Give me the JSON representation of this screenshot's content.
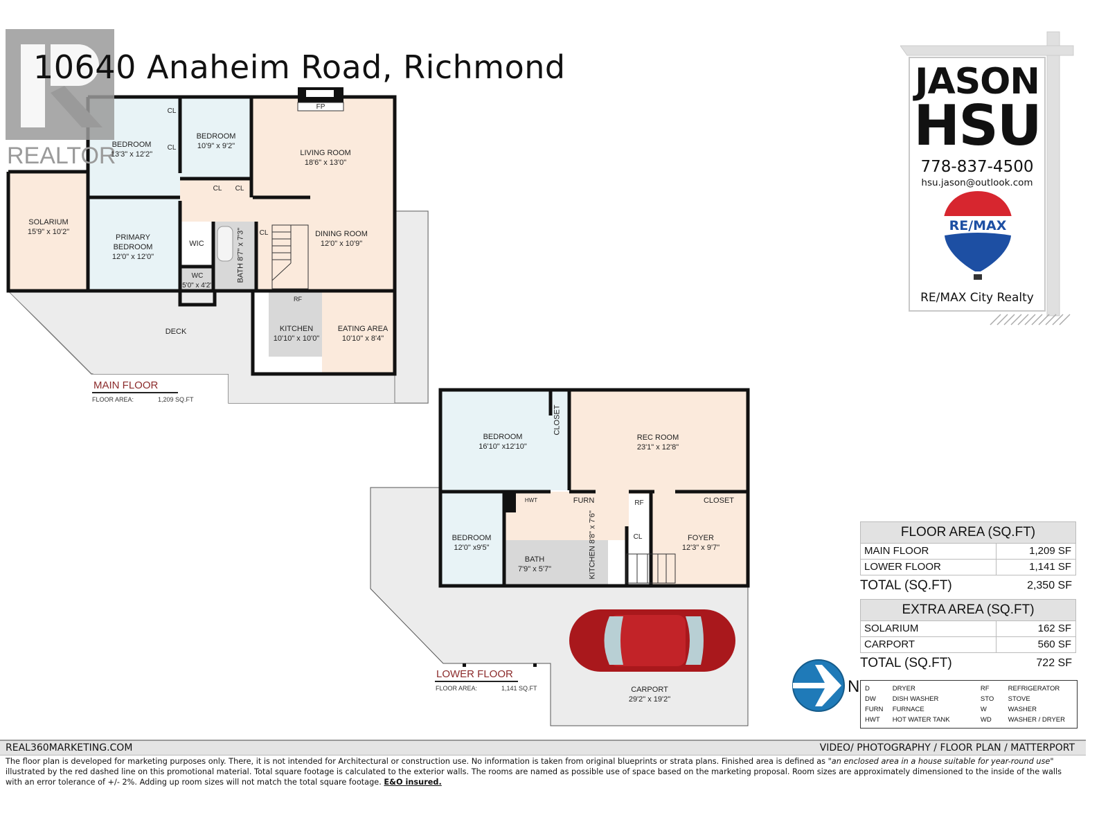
{
  "header": {
    "title": "10640 Anaheim Road, Richmond",
    "watermark": "REALTOR"
  },
  "main_floor": {
    "label": "MAIN FLOOR",
    "area_label": "FLOOR AREA:",
    "area_value": "1,209 SQ.FT",
    "rooms": [
      {
        "name": "BEDROOM",
        "size": "13'3\" x 12'2\""
      },
      {
        "name": "BEDROOM",
        "size": "10'9\" x 9'2\""
      },
      {
        "name": "LIVING ROOM",
        "size": "18'6\" x 13'0\""
      },
      {
        "name": "SOLARIUM",
        "size": "15'9\" x 10'2\""
      },
      {
        "name": "PRIMARY BEDROOM",
        "size": "12'0\" x 12'0\""
      },
      {
        "name": "DINING ROOM",
        "size": "12'0\" x 10'9\""
      },
      {
        "name": "WC",
        "size": "5'0\" x 4'2\""
      },
      {
        "name": "BATH",
        "size": "8'7\" x 7'3\""
      },
      {
        "name": "KITCHEN",
        "size": "10'10\" x 10'0\""
      },
      {
        "name": "EATING AREA",
        "size": "10'10\" x 8'4\""
      },
      {
        "name": "DECK",
        "size": ""
      }
    ],
    "fixtures": {
      "fp": "FP",
      "cl": "CL",
      "wic": "WIC",
      "rf": "RF"
    }
  },
  "lower_floor": {
    "label": "LOWER FLOOR",
    "area_label": "FLOOR AREA:",
    "area_value": "1,141 SQ.FT",
    "rooms": [
      {
        "name": "BEDROOM",
        "size": "16'10\" x12'10\""
      },
      {
        "name": "REC ROOM",
        "size": "23'1\" x 12'8\""
      },
      {
        "name": "BEDROOM",
        "size": "12'0\" x9'5\""
      },
      {
        "name": "BATH",
        "size": "7'9\" x 5'7\""
      },
      {
        "name": "KITCHEN",
        "size": "8'8\" x 7'6\""
      },
      {
        "name": "FOYER",
        "size": "12'3\" x 9'7\""
      },
      {
        "name": "CARPORT",
        "size": "29'2\" x 19'2\""
      }
    ],
    "fixtures": {
      "closet": "CLOSET",
      "furn": "FURN",
      "hwt": "HWT",
      "rf": "RF",
      "cl": "CL"
    }
  },
  "agent": {
    "first_name": "JASON",
    "last_name": "HSU",
    "phone": "778-837-4500",
    "email": "hsu.jason@outlook.com",
    "logo_text": "RE/MAX",
    "brokerage": "RE/MAX City Realty",
    "colors": {
      "red": "#d7262f",
      "blue": "#1d4fa3"
    }
  },
  "floor_area_table": {
    "header": "FLOOR AREA (SQ.FT)",
    "rows": [
      {
        "label": "MAIN FLOOR",
        "value": "1,209 SF"
      },
      {
        "label": "LOWER FLOOR",
        "value": "1,141 SF"
      }
    ],
    "total_label": "TOTAL (SQ.FT)",
    "total_value": "2,350 SF"
  },
  "extra_area_table": {
    "header": "EXTRA AREA (SQ.FT)",
    "rows": [
      {
        "label": "SOLARIUM",
        "value": "162 SF"
      },
      {
        "label": "CARPORT",
        "value": "560 SF"
      }
    ],
    "total_label": "TOTAL (SQ.FT)",
    "total_value": "722 SF"
  },
  "compass": {
    "label": "N",
    "icon": "north-arrow-icon",
    "color": "#1f7ab8"
  },
  "legend": [
    {
      "code": "D",
      "meaning": "DRYER",
      "code2": "RF",
      "meaning2": "REFRIGERATOR"
    },
    {
      "code": "DW",
      "meaning": "DISH WASHER",
      "code2": "STO",
      "meaning2": "STOVE"
    },
    {
      "code": "FURN",
      "meaning": "FURNACE",
      "code2": "W",
      "meaning2": "WASHER"
    },
    {
      "code": "HWT",
      "meaning": "HOT WATER TANK",
      "code2": "WD",
      "meaning2": "WASHER / DRYER"
    }
  ],
  "footer": {
    "website": "REAL360MARKETING.COM",
    "services": "VIDEO/ PHOTOGRAPHY / FLOOR PLAN / MATTERPORT",
    "disclaimer_1": "The floor plan is developed for marketing purposes only. There, it is not intended for Architectural or construction use. No information is  taken from original blueprints or strata plans. Finished area is defined as ",
    "disclaimer_quote": "\"an enclosed area in a house suitable for year-round use\"",
    "disclaimer_2": " illustrated by the red dashed line on this promotional material. Total square footage is calculated to the exterior walls. The rooms are named as possible use of space based on the marketing proposal. Room sizes are approximately dimensioned to the inside of the walls with an error tolerance of +/- 2%. Adding up room sizes will not match the total square footage. ",
    "disclaimer_bold": "E&O insured."
  }
}
